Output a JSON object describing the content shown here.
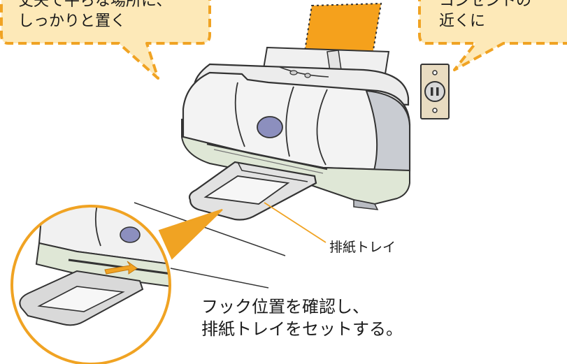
{
  "callouts": {
    "left_line1": "丈夫で平らな場所に、",
    "left_line2": "しっかりと置く",
    "right_line1": "コンセントの",
    "right_line2": "近くに"
  },
  "labels": {
    "output_tray": "排紙トレイ"
  },
  "instruction": {
    "line1": "フック位置を確認し、",
    "line2": "排紙トレイをセットする。"
  },
  "colors": {
    "callout_fill": "#fde9b8",
    "callout_border": "#f0a323",
    "paper_orange": "#f5a11c",
    "printer_body": "#ececec",
    "printer_shadow": "#b9bcc2",
    "printer_green_tint": "#dfe7d6",
    "button_purple": "#8c8fbe",
    "outlet_plate": "#e9dcc1",
    "leader_line": "#f0a323",
    "ink": "#1a1a1a"
  }
}
